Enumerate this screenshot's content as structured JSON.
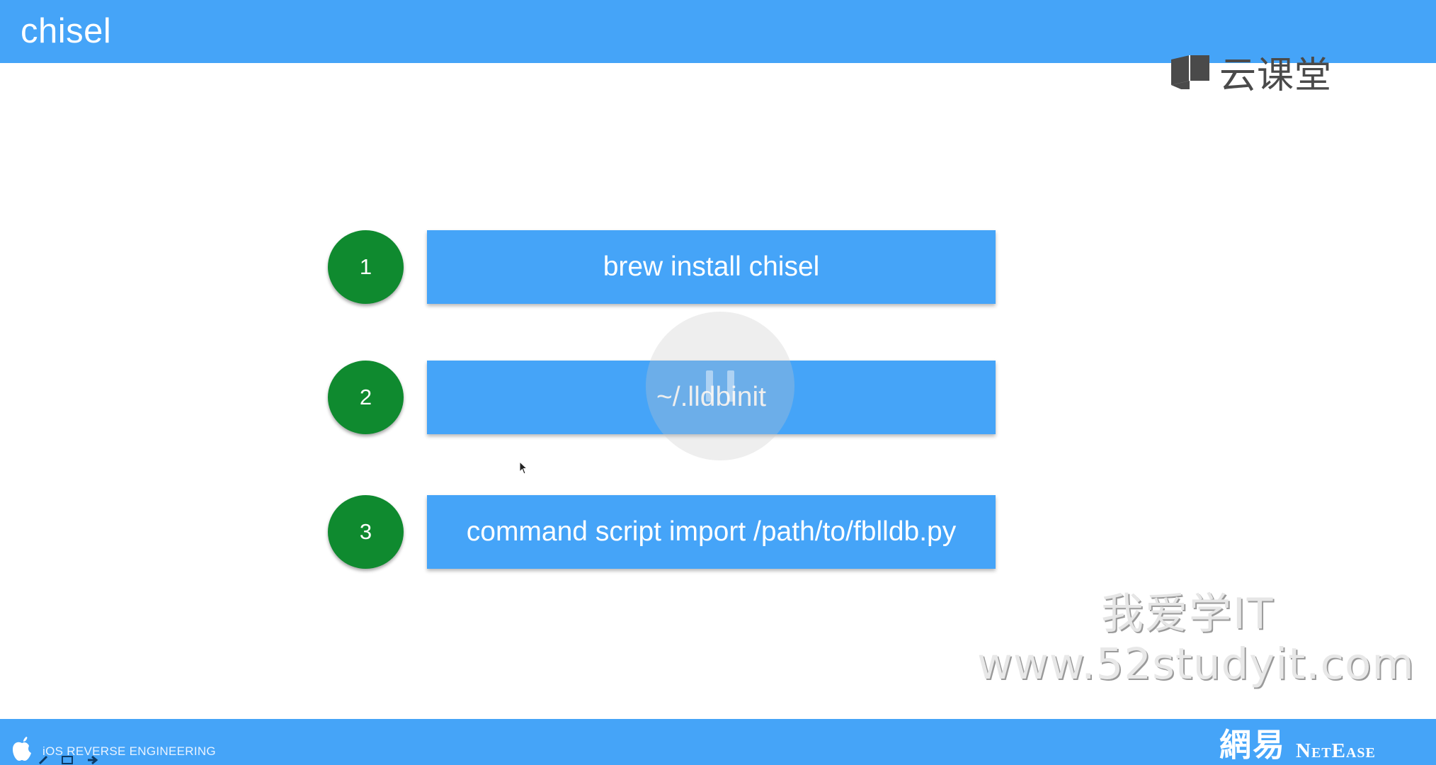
{
  "slide": {
    "title": "chisel"
  },
  "brand": {
    "name": "云课堂",
    "icon": "book-icon"
  },
  "steps": [
    {
      "number": "1",
      "command": "brew install chisel"
    },
    {
      "number": "2",
      "command": "~/.lldbinit"
    },
    {
      "number": "3",
      "command": "command script import /path/to/fblldb.py"
    }
  ],
  "video": {
    "overlay_icon": "pause-icon"
  },
  "watermark": {
    "line1": "我爱学IT",
    "line2": "www.52studyit.com"
  },
  "footer": {
    "logo_icon": "apple-icon",
    "label": "iOS REVERSE ENGINEERING",
    "netease_cn": "網易",
    "netease_en": "NetEase"
  },
  "colors": {
    "primary_blue": "#45a4f8",
    "step_green": "#0f8a2f",
    "background": "#ffffff"
  }
}
